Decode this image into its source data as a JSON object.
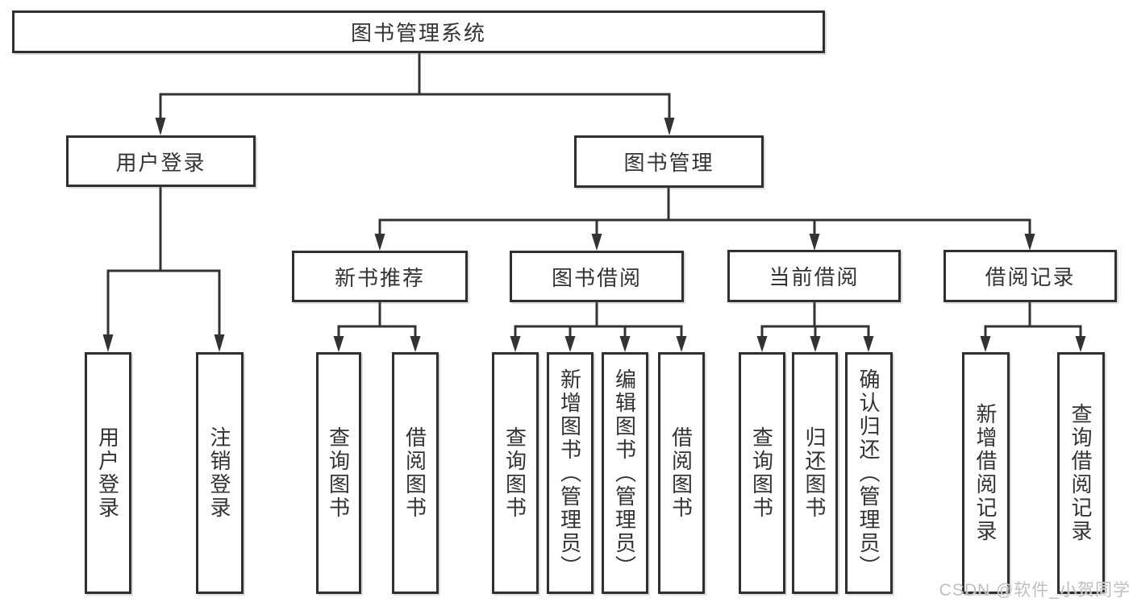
{
  "diagram": {
    "root": {
      "label": "图书管理系统"
    },
    "branches": [
      {
        "label": "用户登录",
        "leaves": [
          {
            "label": "用户登录"
          },
          {
            "label": "注销登录"
          }
        ]
      },
      {
        "label": "图书管理",
        "children": [
          {
            "label": "新书推荐",
            "leaves": [
              {
                "label": "查询图书"
              },
              {
                "label": "借阅图书"
              }
            ]
          },
          {
            "label": "图书借阅",
            "leaves": [
              {
                "label": "查询图书"
              },
              {
                "label": "新增图书（管理员）"
              },
              {
                "label": "编辑图书（管理员）"
              },
              {
                "label": "借阅图书"
              }
            ]
          },
          {
            "label": "当前借阅",
            "leaves": [
              {
                "label": "查询图书"
              },
              {
                "label": "归还图书"
              },
              {
                "label": "确认归还（管理员）"
              }
            ]
          },
          {
            "label": "借阅记录",
            "leaves": [
              {
                "label": "新增借阅记录"
              },
              {
                "label": "查询借阅记录"
              }
            ]
          }
        ]
      }
    ]
  },
  "watermark": {
    "text": "CSDN @软件_小贺同学"
  },
  "colors": {
    "line": "#333333",
    "box_border": "#2f2f2f",
    "text": "#333333",
    "watermark_text": "#bfbfbf",
    "background": "#ffffff"
  }
}
